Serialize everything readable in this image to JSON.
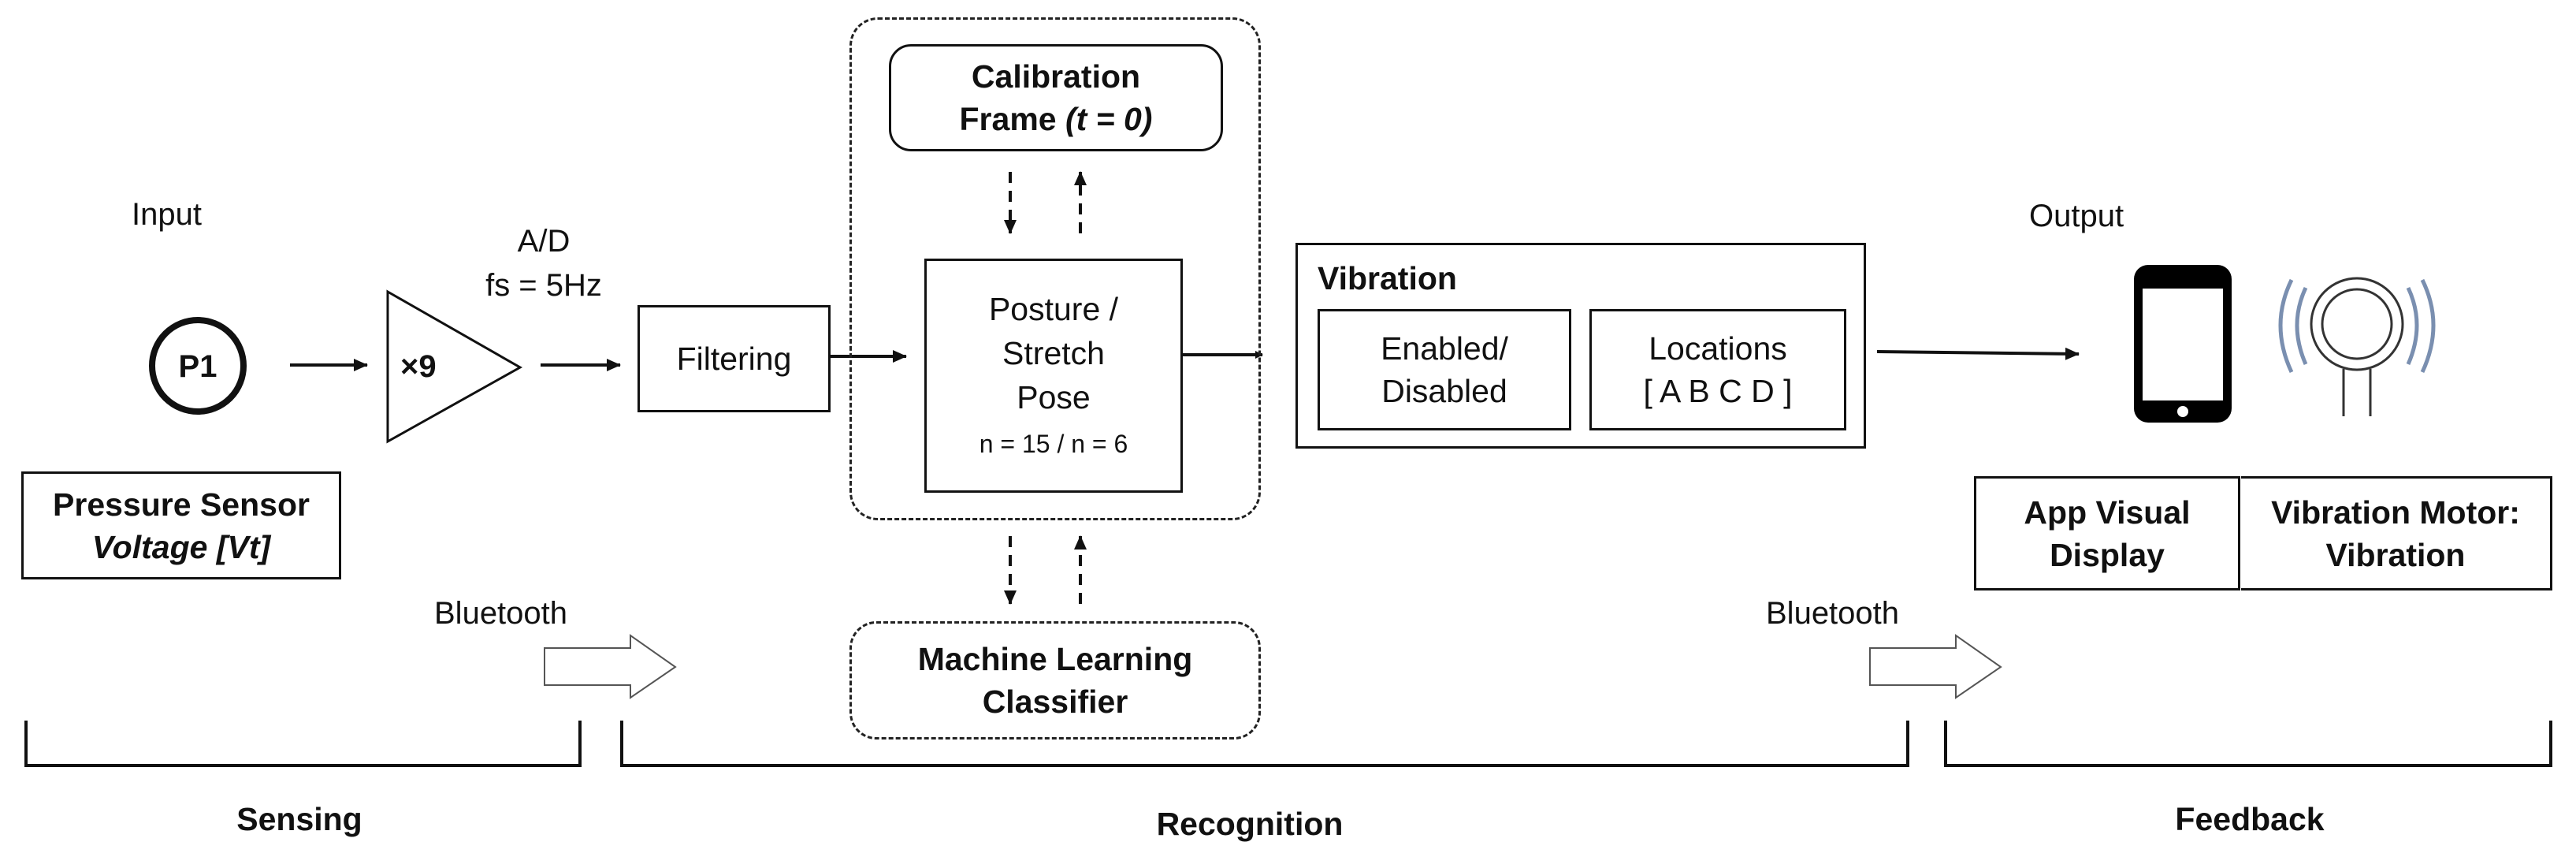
{
  "colors": {
    "stroke": "#111111",
    "motor_waves": "#7a8fb0"
  },
  "icons": [
    "amplifier-triangle",
    "smartphone-icon",
    "vibration-motor-icon",
    "hollow-arrow-icon"
  ],
  "input": {
    "heading": "Input",
    "sensor_symbol": "P1",
    "sensor_label_line1": "Pressure Sensor",
    "sensor_label_line2": "Voltage [Vt]"
  },
  "amplifier": {
    "gain": "×9"
  },
  "adc": {
    "line1": "A/D",
    "line2": "fs = 5Hz"
  },
  "filtering": {
    "label": "Filtering"
  },
  "calibration": {
    "line1": "Calibration",
    "line2_prefix": "Frame ",
    "line2_italic": "(t = 0)"
  },
  "posture": {
    "line1": "Posture /",
    "line2": "Stretch",
    "line3": "Pose",
    "line4": "n = 15 / n = 6"
  },
  "classifier": {
    "line1": "Machine Learning",
    "line2": "Classifier"
  },
  "vibration": {
    "title": "Vibration",
    "enabled_line1": "Enabled/",
    "enabled_line2": "Disabled",
    "locations_line1": "Locations",
    "locations_line2": "[ A B C D ]"
  },
  "output": {
    "heading": "Output",
    "app_line1": "App Visual",
    "app_line2": "Display",
    "motor_line1": "Vibration Motor:",
    "motor_line2": "Vibration"
  },
  "bluetooth": {
    "left": "Bluetooth",
    "right": "Bluetooth"
  },
  "stages": {
    "sensing": "Sensing",
    "recognition": "Recognition",
    "feedback": "Feedback"
  }
}
